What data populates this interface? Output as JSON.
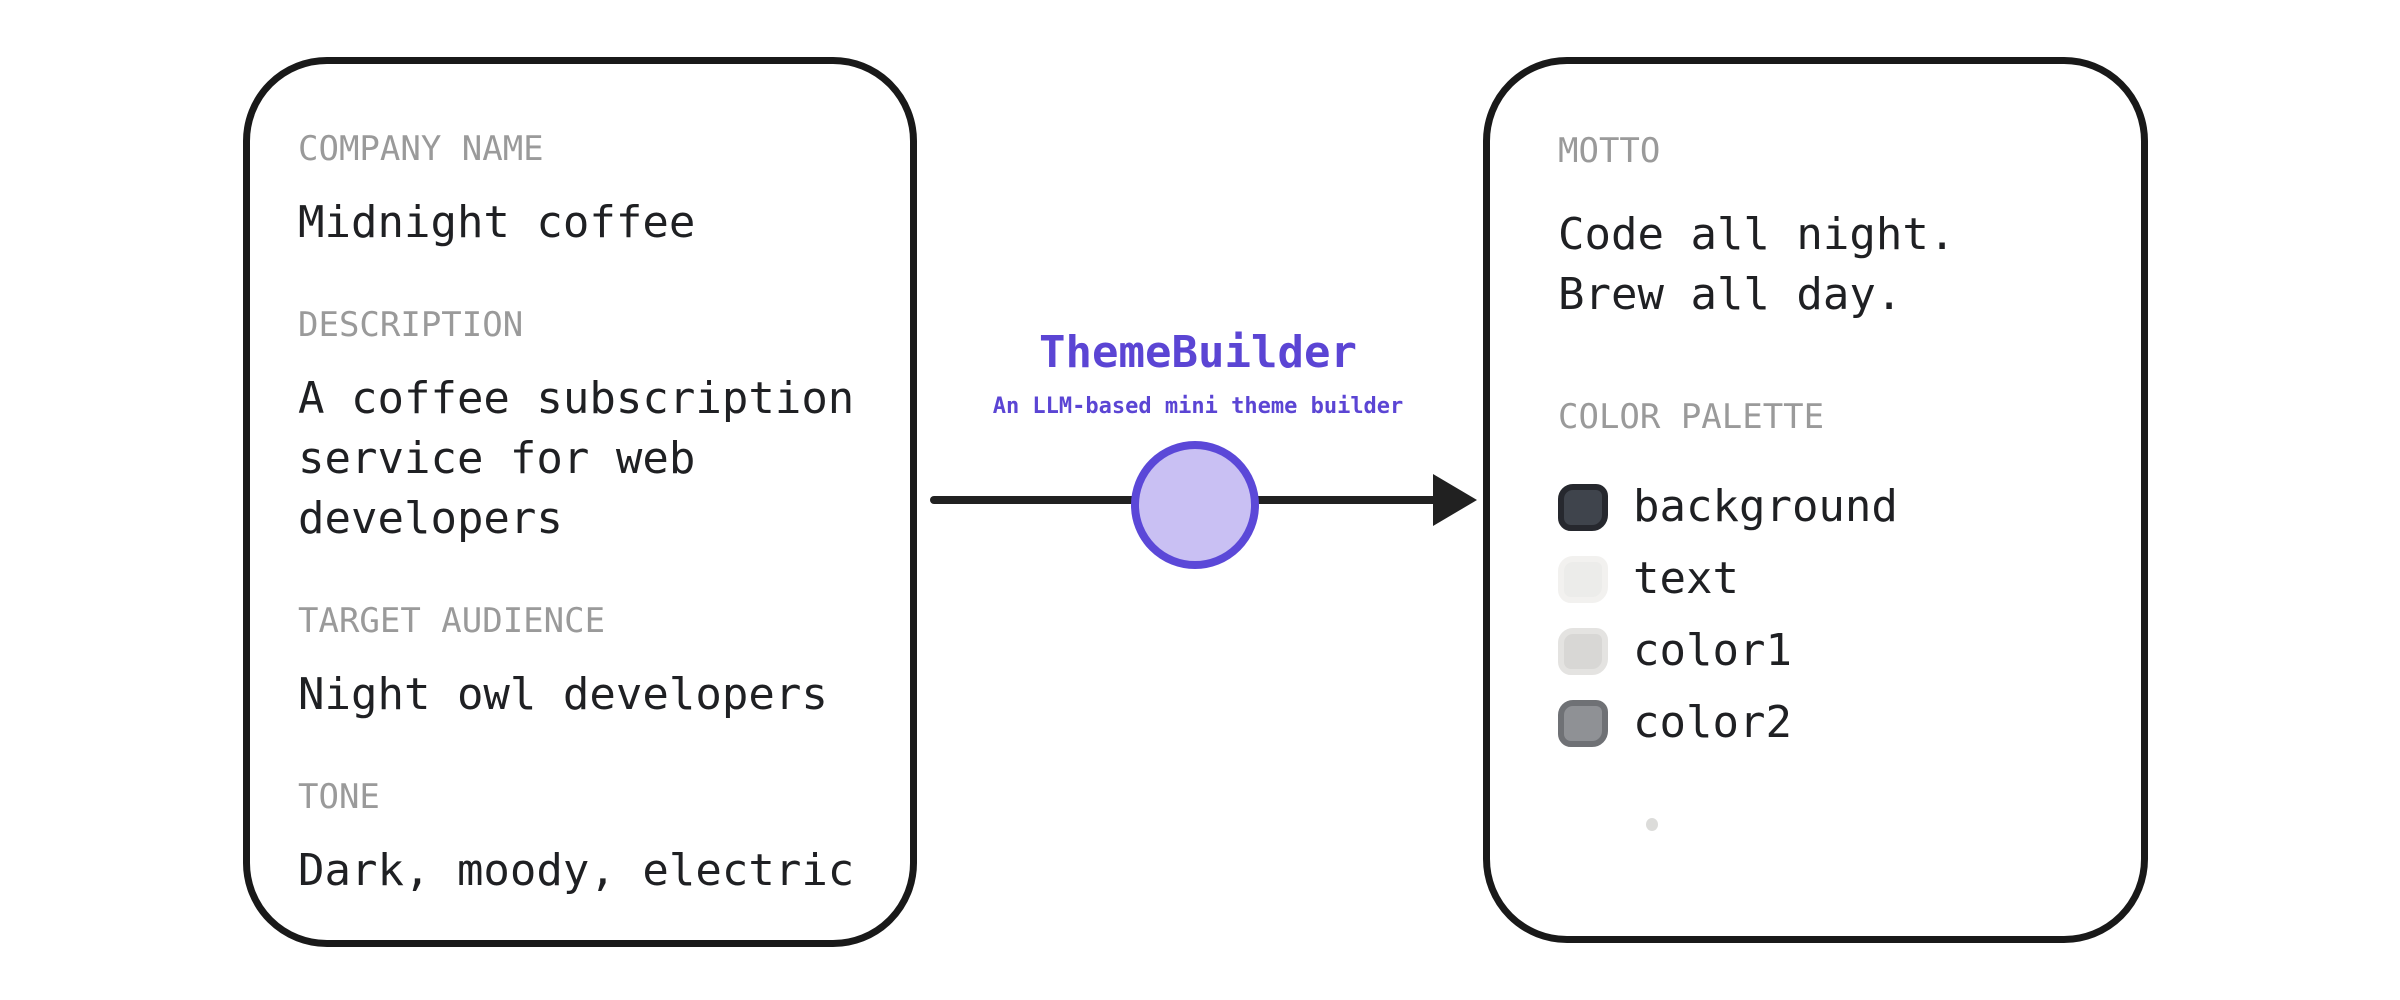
{
  "page": {
    "background": "#ffffff"
  },
  "input_card": {
    "fields": [
      {
        "label": "COMPANY NAME",
        "value": "Midnight coffee"
      },
      {
        "label": "DESCRIPTION",
        "value": "A coffee subscription service for web developers"
      },
      {
        "label": "TARGET AUDIENCE",
        "value": "Night owl developers"
      },
      {
        "label": "TONE",
        "value": "Dark, moody, electric"
      }
    ]
  },
  "processor": {
    "title": "ThemeBuilder",
    "subtitle": "An LLM-based mini theme builder",
    "accent_color": "#5b45d4",
    "node": {
      "fill": "#c9c0f3",
      "border": "#5b48d8"
    }
  },
  "output_card": {
    "motto": {
      "label": "MOTTO",
      "lines": [
        "Code all night.",
        "Brew all day."
      ]
    },
    "palette": {
      "label": "COLOR PALETTE",
      "swatches": [
        {
          "name": "background",
          "fill": "#3f444c",
          "border": "#26282e"
        },
        {
          "name": "text",
          "fill": "#ececea",
          "border": "#f2f1ef"
        },
        {
          "name": "color1",
          "fill": "#d8d7d5",
          "border": "#e4e3e1"
        },
        {
          "name": "color2",
          "fill": "#8f9195",
          "border": "#6f7175"
        }
      ]
    }
  },
  "colors": {
    "text": "#1f2023",
    "label": "#9a9a9a",
    "card_border": "#191919",
    "arrow": "#212121"
  }
}
